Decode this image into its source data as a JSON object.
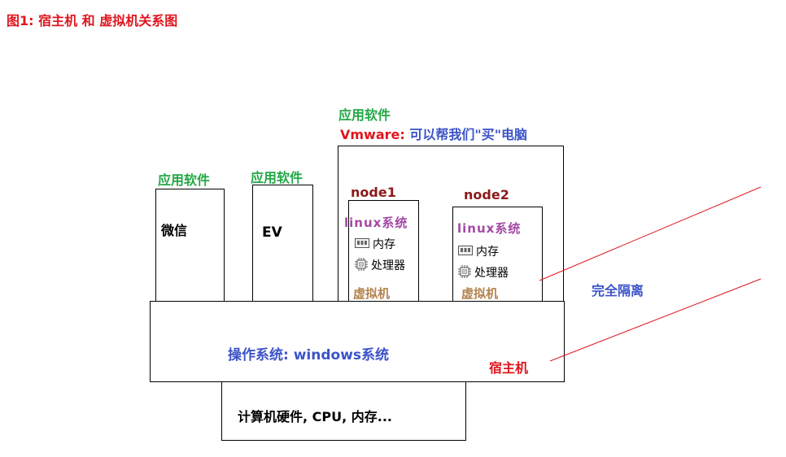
{
  "title": "图1: 宿主机 和 虚拟机关系图",
  "labels": {
    "app_software": "应用软件",
    "wechat": "微信",
    "ev": "EV",
    "vmware_name": "Vmware:",
    "vmware_desc": "可以帮我们\"买\"电脑",
    "os": "操作系统: windows系统",
    "hardware": "计算机硬件, CPU, 内存...",
    "host": "宿主机",
    "isolation": "完全隔离"
  },
  "nodes": [
    {
      "name": "node1",
      "os": "linux系统",
      "memory": "内存",
      "cpu": "处理器",
      "type": "虚拟机"
    },
    {
      "name": "node2",
      "os": "linux系统",
      "memory": "内存",
      "cpu": "处理器",
      "type": "虚拟机"
    }
  ],
  "colors": {
    "title": "#e0161e",
    "green": "#22a845",
    "blue": "#3c53c8",
    "dark_red": "#8b1a1a",
    "purple": "#a349a4",
    "brown": "#b3834f",
    "red": "#e0161e",
    "line": "#e0161e"
  }
}
